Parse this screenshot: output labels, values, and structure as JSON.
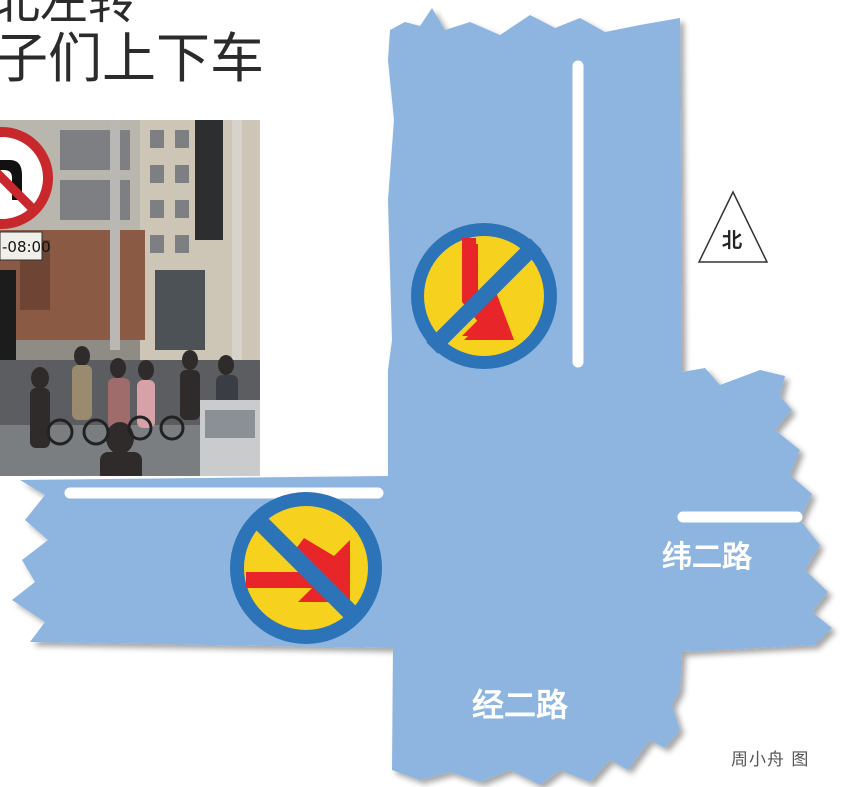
{
  "headline": {
    "line1": "北左转",
    "line2": "子们上下车"
  },
  "photo": {
    "sign_time_text": "-08:00"
  },
  "map": {
    "road_east": "纬二路",
    "road_south": "经二路",
    "compass": "北",
    "credit": "周小舟  图"
  },
  "colors": {
    "road": "#8db5df",
    "sign_border": "#2d73b8",
    "sign_fill": "#f6d21e",
    "arrow": "#e8262a",
    "lane_line": "#ffffff"
  },
  "icons": [
    "no-left-turn-sign-icon",
    "no-right-turn-sign-icon",
    "north-arrow-icon"
  ]
}
